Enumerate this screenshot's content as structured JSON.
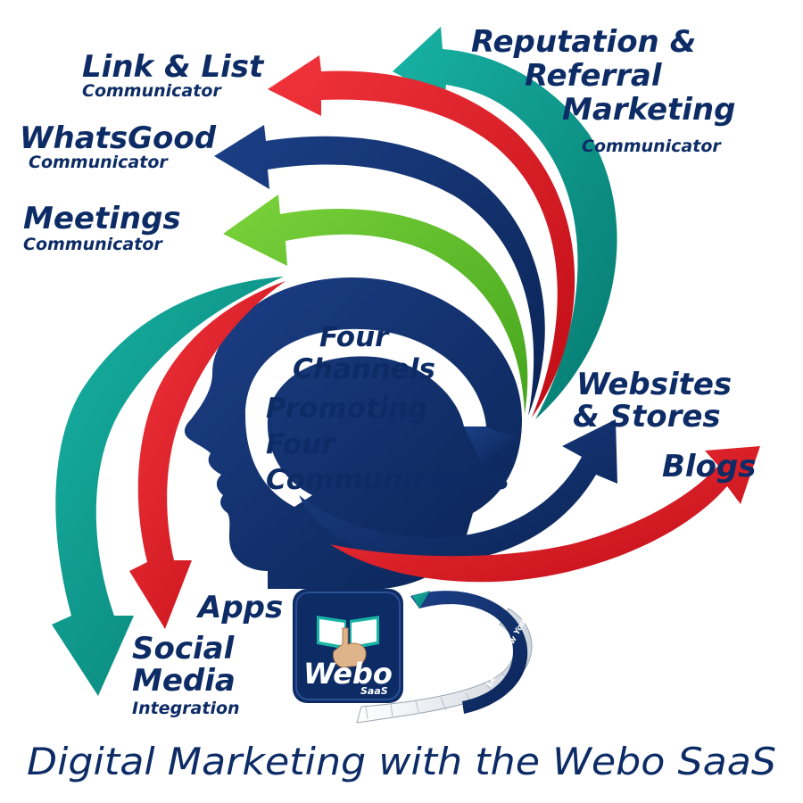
{
  "colors": {
    "navy": "#0d2c66",
    "teal": "#0e9a8e",
    "red": "#e51b24",
    "green": "#5fbf2a",
    "white": "#ffffff"
  },
  "labels": {
    "link_list": {
      "main": "Link & List",
      "sub": "Communicator"
    },
    "whatsgood": {
      "main": "WhatsGood",
      "sub": "Communicator"
    },
    "meetings": {
      "main": "Meetings",
      "sub": "Communicator"
    },
    "reputation": {
      "line1": "Reputation &",
      "line2": "Referral",
      "line3": "Marketing",
      "sub": "Communicator"
    },
    "websites": {
      "line1": "Websites",
      "line2": "& Stores"
    },
    "blogs": "Blogs",
    "apps": "Apps",
    "social": {
      "line1": "Social",
      "line2": "Media",
      "sub": "Integration"
    }
  },
  "center": {
    "line1": "Four",
    "line2": "Channels",
    "line3": "Promoting",
    "line4": "Four",
    "line5": "Communicators"
  },
  "logo": {
    "brand": "Webo",
    "tag": "SaaS",
    "stair_text": "Let Us Show You How"
  },
  "title": "Digital Marketing with the Webo SaaS"
}
